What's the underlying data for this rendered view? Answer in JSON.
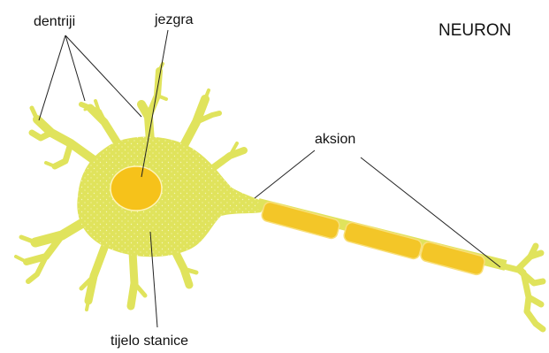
{
  "diagram": {
    "title": "NEURON",
    "labels": {
      "dendrites": "dentriji",
      "nucleus": "jezgra",
      "axon": "aksion",
      "cell_body": "tijelo stanice"
    }
  },
  "colors": {
    "cell": "#e0e35c",
    "cell_texture": "#f4f5b8",
    "nucleus": "#f6c21a",
    "myelin": "#f3c628",
    "myelin_edge": "#f8df7a",
    "leader": "#222222"
  }
}
